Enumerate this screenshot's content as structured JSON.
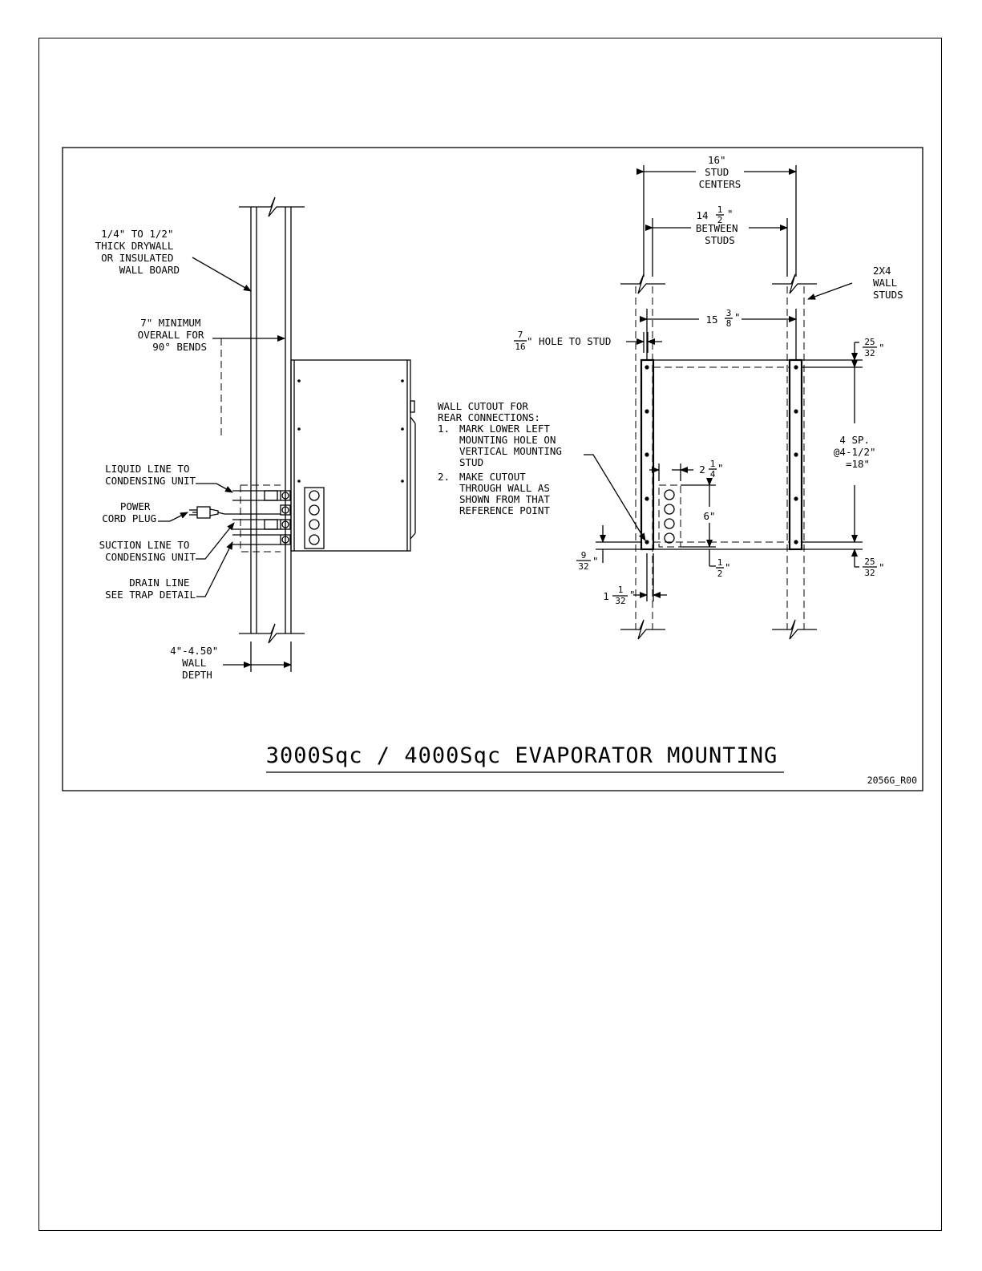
{
  "title": "3000Sqc / 4000Sqc EVAPORATOR MOUNTING",
  "drawing_number": "2056G_R00",
  "side_view": {
    "drywall_label": [
      "1/4\" TO 1/2\"",
      "THICK DRYWALL",
      "OR INSULATED",
      "WALL BOARD"
    ],
    "minimum_label": [
      "7\" MINIMUM",
      "OVERALL FOR",
      "90° BENDS"
    ],
    "liquid_line_label": [
      "LIQUID LINE TO",
      "CONDENSING UNIT"
    ],
    "power_cord_label": [
      "POWER",
      "CORD PLUG"
    ],
    "suction_line_label": [
      "SUCTION LINE TO",
      "CONDENSING UNIT"
    ],
    "drain_line_label": [
      "DRAIN LINE",
      "SEE TRAP DETAIL"
    ],
    "wall_depth_label": [
      "4\"-4.50\"",
      "WALL",
      "DEPTH"
    ]
  },
  "front_view": {
    "stud_centers_label": [
      "16\"",
      "STUD",
      "CENTERS"
    ],
    "between_studs_whole": "14",
    "between_studs_num": "1",
    "between_studs_den": "2",
    "between_studs_unit": "\"",
    "between_studs_text": [
      "BETWEEN",
      "STUDS"
    ],
    "studs_label": [
      "2X4",
      "WALL",
      "STUDS"
    ],
    "span_whole": "15",
    "span_num": "3",
    "span_den": "8",
    "span_unit": "\"",
    "hole_num": "7",
    "hole_den": "16",
    "hole_text": "\" HOLE TO STUD",
    "top_offset_num": "25",
    "top_offset_den": "32",
    "top_offset_unit": "\"",
    "spacing_label": [
      "4 SP.",
      "@4-1/2\"",
      "=18\""
    ],
    "cutout_width_whole": "2",
    "cutout_width_num": "1",
    "cutout_width_den": "4",
    "cutout_width_unit": "\"",
    "cutout_height": "6\"",
    "cutout_bottom_num": "1",
    "cutout_bottom_den": "2",
    "cutout_bottom_unit": "\"",
    "bottom_offset_num": "25",
    "bottom_offset_den": "32",
    "bottom_offset_unit": "\"",
    "left_offset_num": "9",
    "left_offset_den": "32",
    "left_offset_unit": "\"",
    "stud_inset_whole": "1",
    "stud_inset_num": "1",
    "stud_inset_den": "32",
    "stud_inset_unit": "\"",
    "cutout_notes": [
      "WALL CUTOUT FOR",
      "REAR CONNECTIONS:",
      "1.",
      "MARK LOWER LEFT",
      "MOUNTING HOLE ON",
      "VERTICAL MOUNTING",
      "STUD",
      "2.",
      "MAKE CUTOUT",
      "THROUGH WALL AS",
      "SHOWN FROM THAT",
      "REFERENCE POINT"
    ]
  }
}
